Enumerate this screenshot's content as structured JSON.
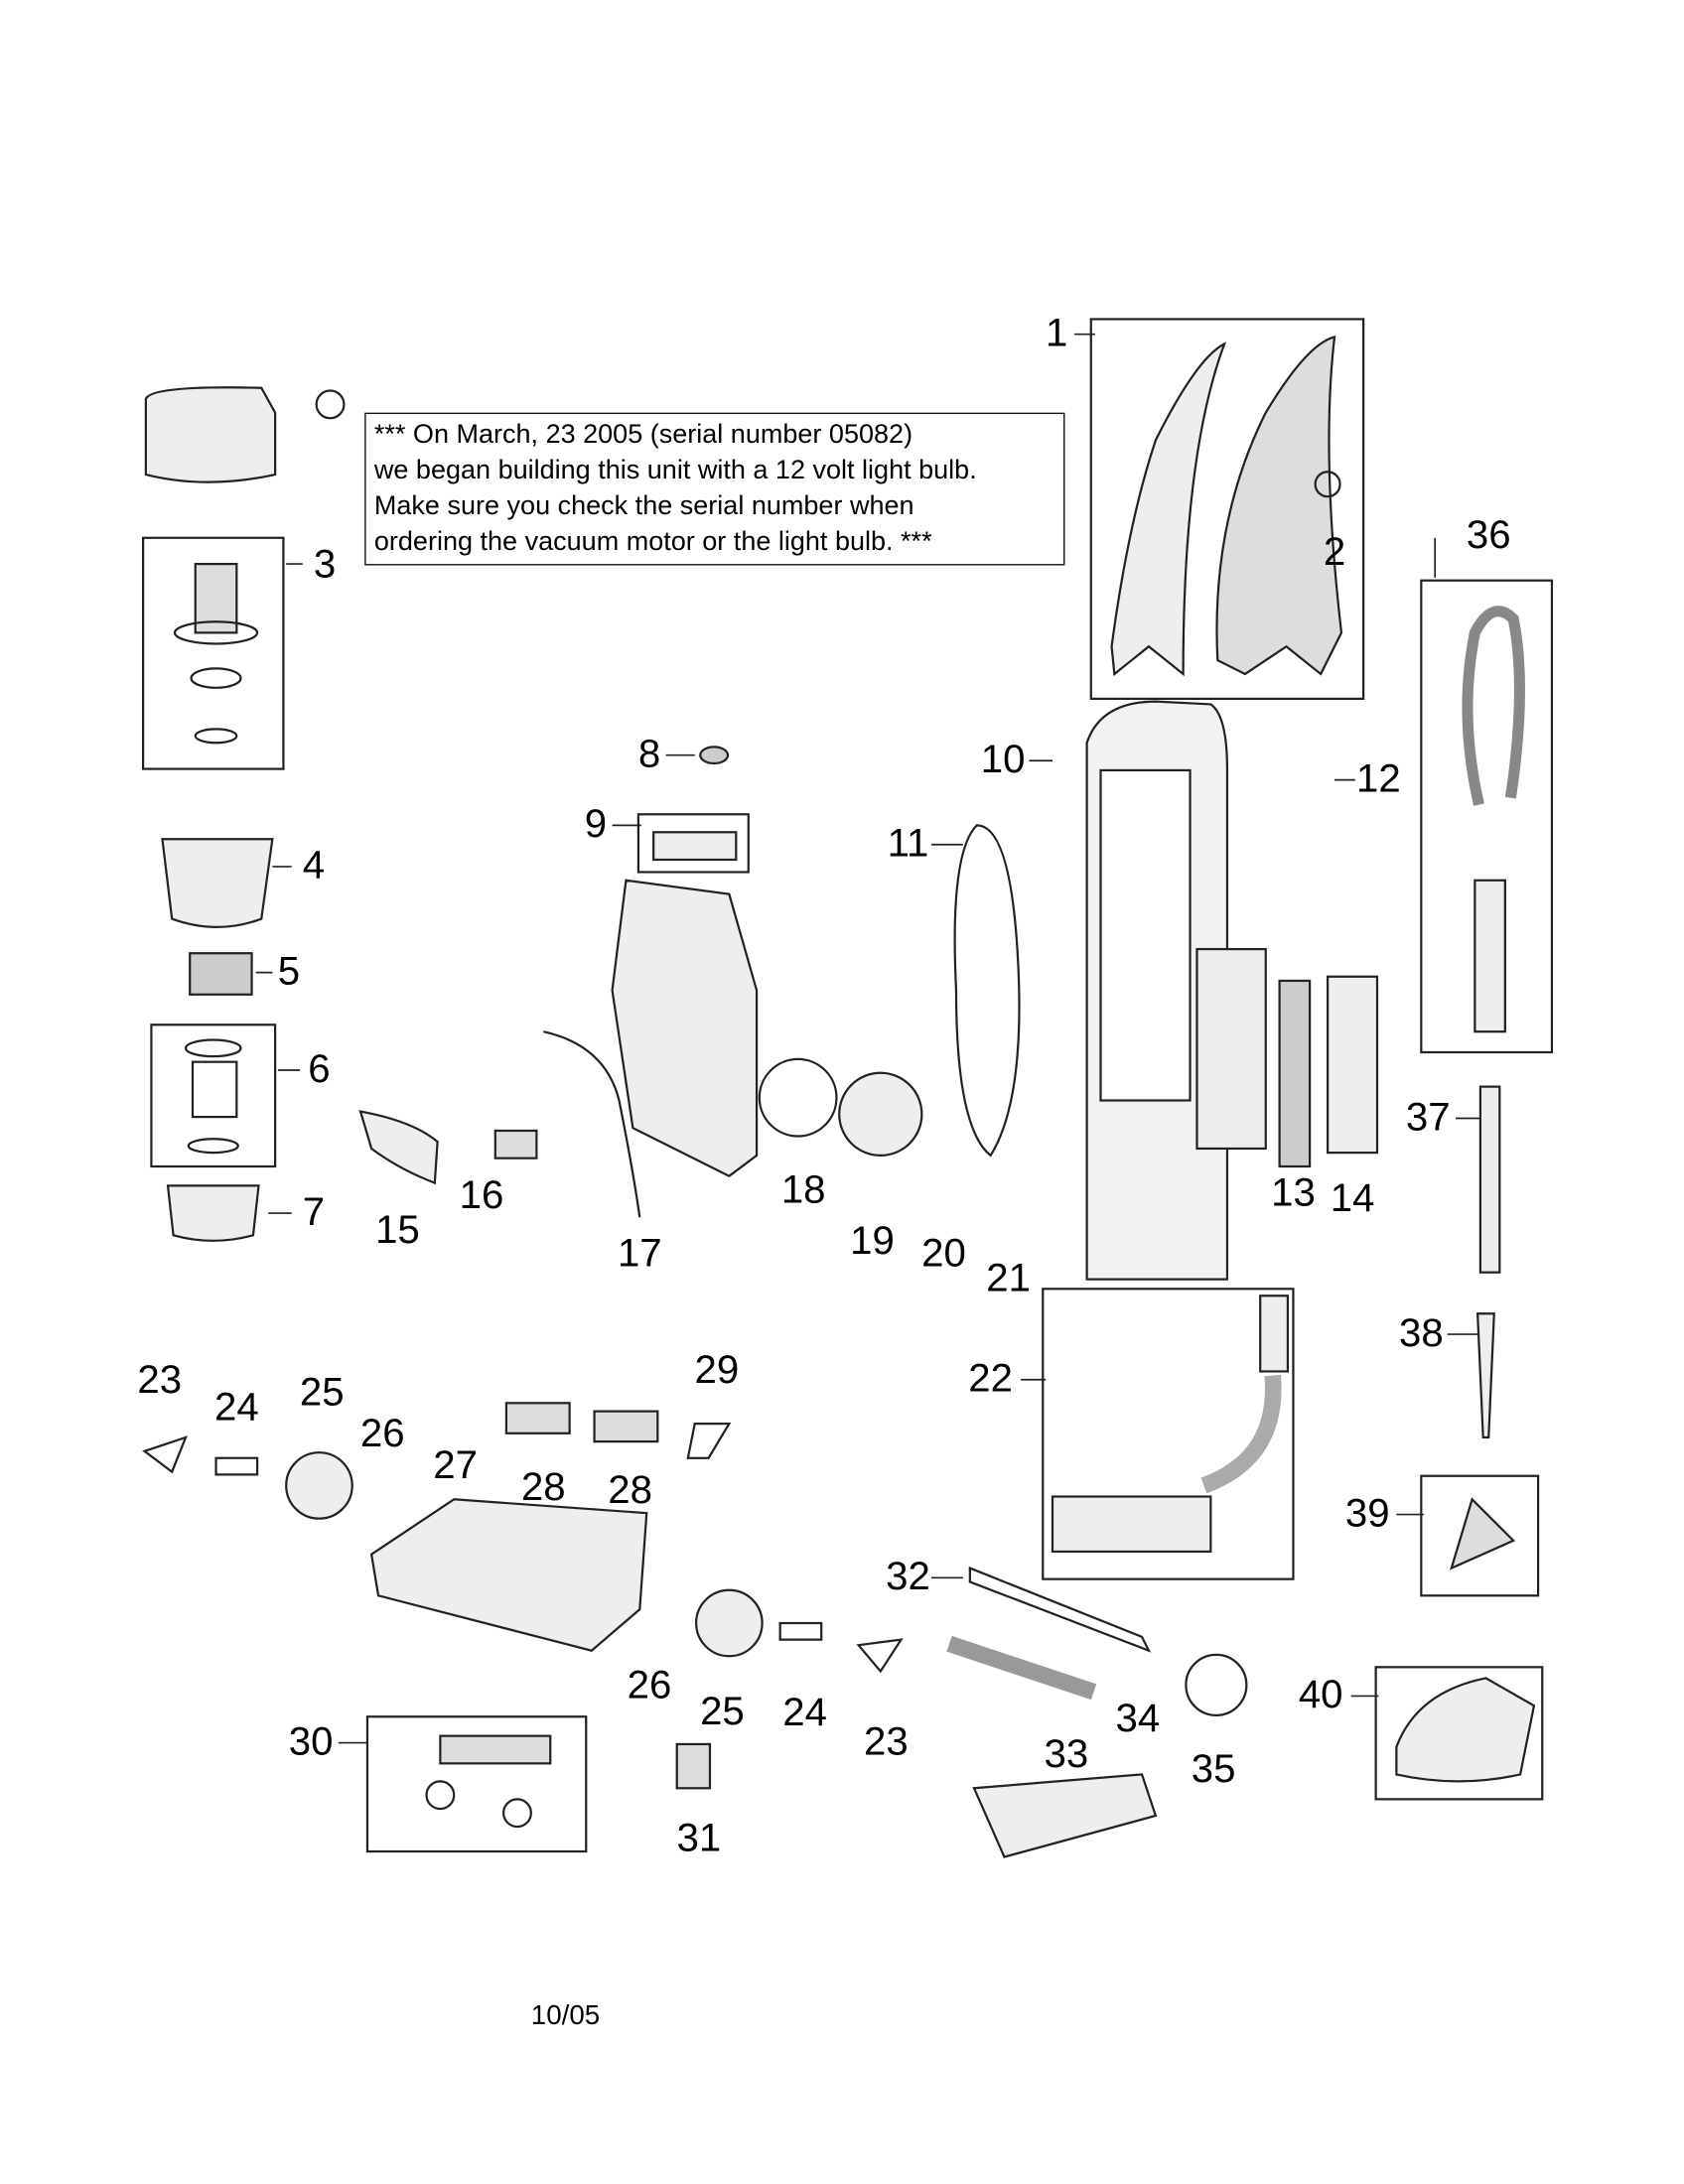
{
  "note": {
    "lines": [
      "*** On March, 23 2005 (serial number 05082)",
      "we began building this unit with a 12 volt light bulb.",
      "Make sure you check the serial number when",
      "ordering the vacuum motor or the light bulb. ***"
    ]
  },
  "date_code": "10/05",
  "part_labels": [
    "1",
    "2",
    "3",
    "4",
    "5",
    "6",
    "7",
    "8",
    "9",
    "10",
    "11",
    "12",
    "13",
    "14",
    "15",
    "16",
    "17",
    "18",
    "19",
    "20",
    "21",
    "22",
    "23",
    "24",
    "25",
    "26",
    "27",
    "28",
    "28",
    "29",
    "30",
    "31",
    "32",
    "33",
    "34",
    "35",
    "36",
    "37",
    "38",
    "39",
    "40",
    "23",
    "24",
    "25",
    "26"
  ]
}
